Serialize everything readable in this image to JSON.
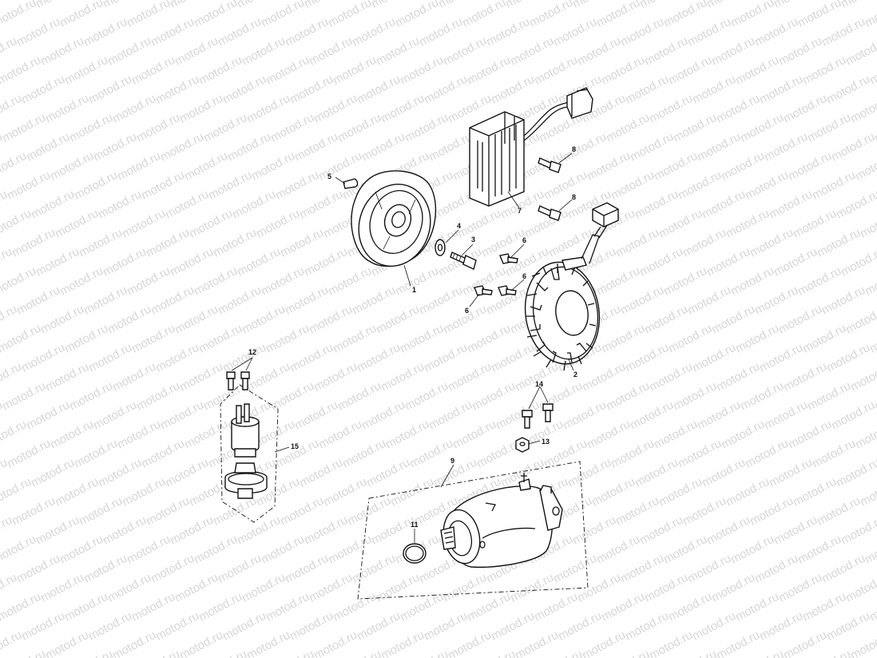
{
  "watermark": {
    "text": "motod.ru",
    "color": "#d6d6d6"
  },
  "callouts": {
    "c1": "1",
    "c2": "2",
    "c3": "3",
    "c4": "4",
    "c5": "5",
    "c6a": "6",
    "c6b": "6",
    "c6c": "6",
    "c7": "7",
    "c8a": "8",
    "c8b": "8",
    "c9": "9",
    "c11": "11",
    "c12": "12",
    "c13": "13",
    "c14": "14",
    "c15": "15"
  },
  "icons": {
    "flywheel": "flywheel-icon",
    "stator": "stator-icon",
    "regulator": "voltage-regulator-icon",
    "starter": "starter-motor-icon",
    "relay": "starter-relay-icon",
    "bolt": "bolt-icon",
    "washer": "washer-icon",
    "nut": "nut-icon",
    "key": "woodruff-key-icon",
    "oring": "o-ring-icon"
  }
}
